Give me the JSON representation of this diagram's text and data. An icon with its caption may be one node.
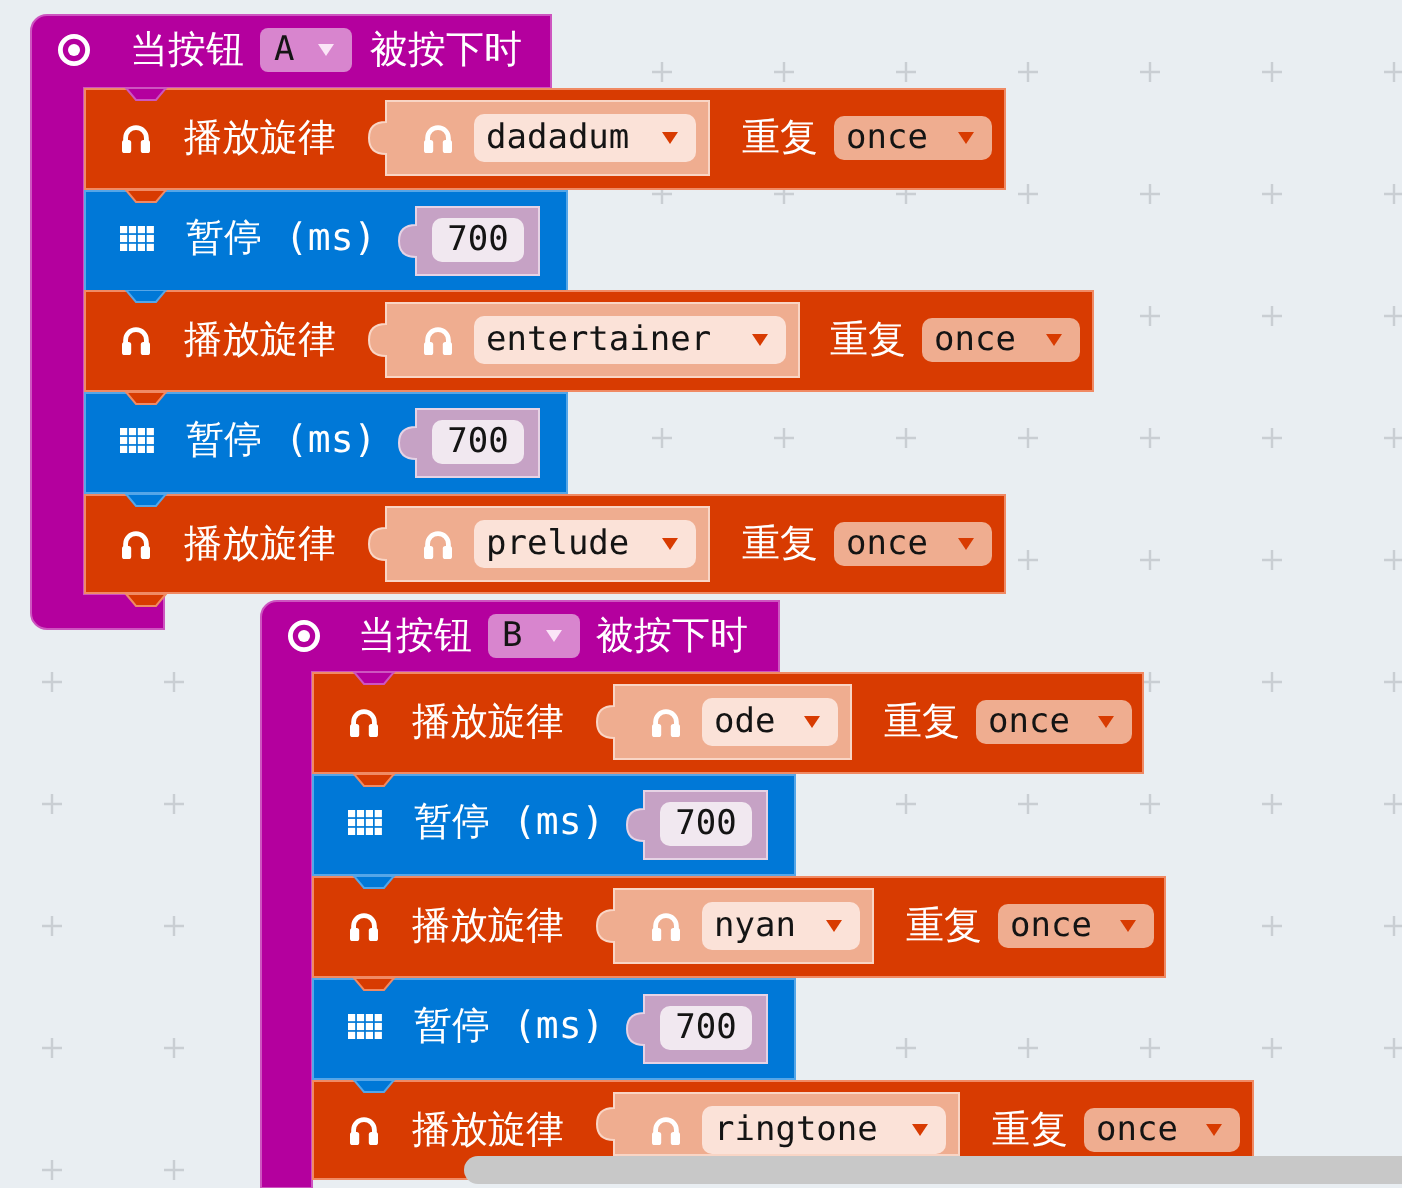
{
  "diagram": {
    "nodes": [
      {
        "text": [
          "当按钮",
          "被按下时"
        ]
      },
      {
        "text": [
          "A"
        ],
        "in": 0
      },
      {
        "text": [
          "播放旋律",
          "重复"
        ]
      },
      {
        "text": [],
        "shape": "box",
        "in": 2
      },
      {
        "text": [
          "dadadum"
        ],
        "in": 3
      },
      {
        "text": [
          "once"
        ],
        "in": 2
      },
      {
        "text": [
          "暂停 (ms)"
        ]
      },
      {
        "text": [],
        "shape": "box",
        "in": 6
      },
      {
        "text": [
          "700"
        ],
        "in": 7
      },
      {
        "text": [
          "播放旋律",
          "重复"
        ]
      },
      {
        "text": [],
        "shape": "box",
        "in": 9
      },
      {
        "text": [
          "entertainer"
        ],
        "in": 10
      },
      {
        "text": [
          "once"
        ],
        "in": 9
      },
      {
        "text": [
          "暂停 (ms)"
        ]
      },
      {
        "text": [],
        "shape": "box",
        "in": 13
      },
      {
        "text": [
          "700"
        ],
        "in": 14
      },
      {
        "text": [
          "播放旋律",
          "重复"
        ]
      },
      {
        "text": [],
        "shape": "box",
        "in": 16
      },
      {
        "text": [
          "prelude"
        ],
        "in": 17
      },
      {
        "text": [
          "once"
        ],
        "in": 16
      },
      {
        "text": [
          "当按钮",
          "被按下时"
        ]
      },
      {
        "text": [
          "B"
        ],
        "in": 20
      },
      {
        "text": [
          "播放旋律",
          "重复"
        ]
      },
      {
        "text": [],
        "shape": "box",
        "in": 22
      },
      {
        "text": [
          "ode"
        ],
        "in": 23
      },
      {
        "text": [
          "once"
        ],
        "in": 22
      },
      {
        "text": [
          "暂停 (ms)"
        ]
      },
      {
        "text": [],
        "shape": "box",
        "in": 26
      },
      {
        "text": [
          "700"
        ],
        "in": 27
      },
      {
        "text": [
          "播放旋律",
          "重复"
        ]
      },
      {
        "text": [],
        "shape": "box",
        "in": 29
      },
      {
        "text": [
          "nyan"
        ],
        "in": 30
      },
      {
        "text": [
          "once"
        ],
        "in": 29
      },
      {
        "text": [
          "暂停 (ms)"
        ]
      },
      {
        "text": [],
        "shape": "box",
        "in": 33
      },
      {
        "text": [
          "700"
        ],
        "in": 34
      },
      {
        "text": [
          "播放旋律",
          "重复"
        ]
      },
      {
        "text": [],
        "shape": "box",
        "in": 36
      },
      {
        "text": [
          "ringtone"
        ],
        "in": 37
      },
      {
        "text": [
          "once"
        ],
        "in": 36
      }
    ]
  }
}
